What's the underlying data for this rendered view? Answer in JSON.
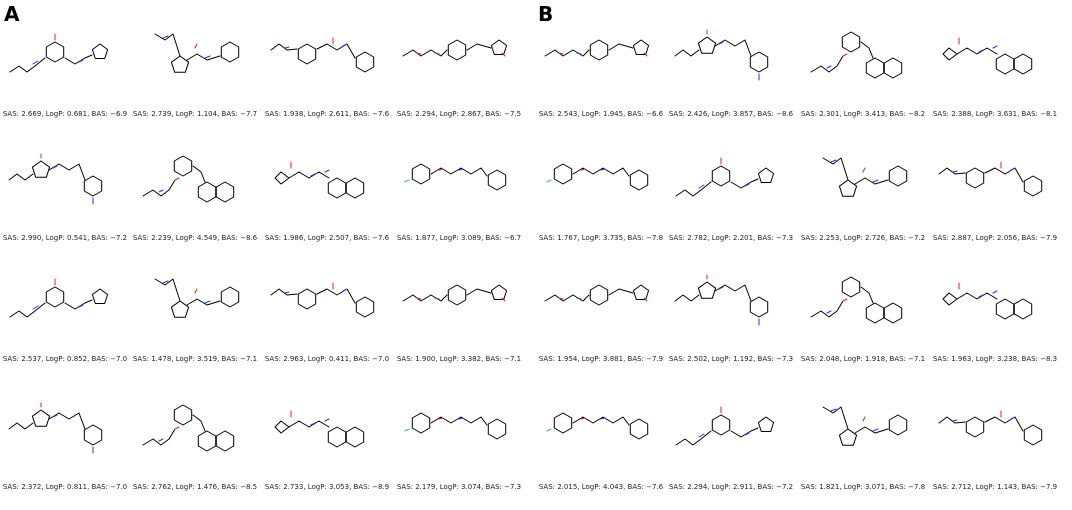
{
  "panels": [
    {
      "label": "A",
      "cells": [
        {
          "caption": "SAS: 2.669, LogP: 0.681, BAS: −6.9"
        },
        {
          "caption": "SAS: 2.739, LogP: 1.104, BAS: −7.7"
        },
        {
          "caption": "SAS: 1.938, LogP: 2.611, BAS: −7.6"
        },
        {
          "caption": "SAS: 2.294, LogP: 2.867, BAS: −7.5"
        },
        {
          "caption": "SAS: 2.990, LogP: 0.541, BAS: −7.2"
        },
        {
          "caption": "SAS: 2.239, LogP: 4.549, BAS: −8.6"
        },
        {
          "caption": "SAS: 1.986, LogP: 2.507, BAS: −7.6"
        },
        {
          "caption": "SAS: 1.877, LogP: 3.089, BAS: −6.7"
        },
        {
          "caption": "SAS: 2.537, LogP: 0.852, BAS: −7.0"
        },
        {
          "caption": "SAS: 1.478, LogP: 3.519, BAS: −7.1"
        },
        {
          "caption": "SAS: 2.963, LogP: 0.411, BAS: −7.0"
        },
        {
          "caption": "SAS: 1.900, LogP: 3.382, BAS: −7.1"
        },
        {
          "caption": "SAS: 2.372, LogP: 0.811, BAS: −7.0"
        },
        {
          "caption": "SAS: 2.762, LogP: 1.476, BAS: −8.5"
        },
        {
          "caption": "SAS: 2.733, LogP: 3.053, BAS: −8.9"
        },
        {
          "caption": "SAS: 2.179, LogP: 3.074, BAS: −7.3"
        }
      ]
    },
    {
      "label": "B",
      "cells": [
        {
          "caption": "SAS: 2.543, LogP: 1.945, BAS: −6.6"
        },
        {
          "caption": "SAS: 2.426, LogP: 3.857, BAS: −8.6"
        },
        {
          "caption": "SAS: 2.301, LogP: 3.413, BAS: −8.2"
        },
        {
          "caption": "SAS: 2.388, LogP: 3.631, BAS: −8.1"
        },
        {
          "caption": "SAS: 1.767, LogP: 3.735, BAS: −7.8"
        },
        {
          "caption": "SAS: 2.782, LogP: 2.201, BAS: −7.3"
        },
        {
          "caption": "SAS: 2.253, LogP: 2.726, BAS: −7.2"
        },
        {
          "caption": "SAS: 2.887, LogP: 2.056, BAS: −7.9"
        },
        {
          "caption": "SAS: 1.954, LogP: 3.881, BAS: −7.9"
        },
        {
          "caption": "SAS: 2.502, LogP: 1.192, BAS: −7.3"
        },
        {
          "caption": "SAS: 2.048, LogP: 1.918, BAS: −7.1"
        },
        {
          "caption": "SAS: 1.963, LogP: 3.238, BAS: −8.3"
        },
        {
          "caption": "SAS: 2.015, LogP: 4.043, BAS: −7.6"
        },
        {
          "caption": "SAS: 2.294, LogP: 2.911, BAS: −7.2"
        },
        {
          "caption": "SAS: 1.821, LogP: 3.071, BAS: −7.8"
        },
        {
          "caption": "SAS: 2.712, LogP: 1.143, BAS: −7.9"
        }
      ]
    }
  ]
}
